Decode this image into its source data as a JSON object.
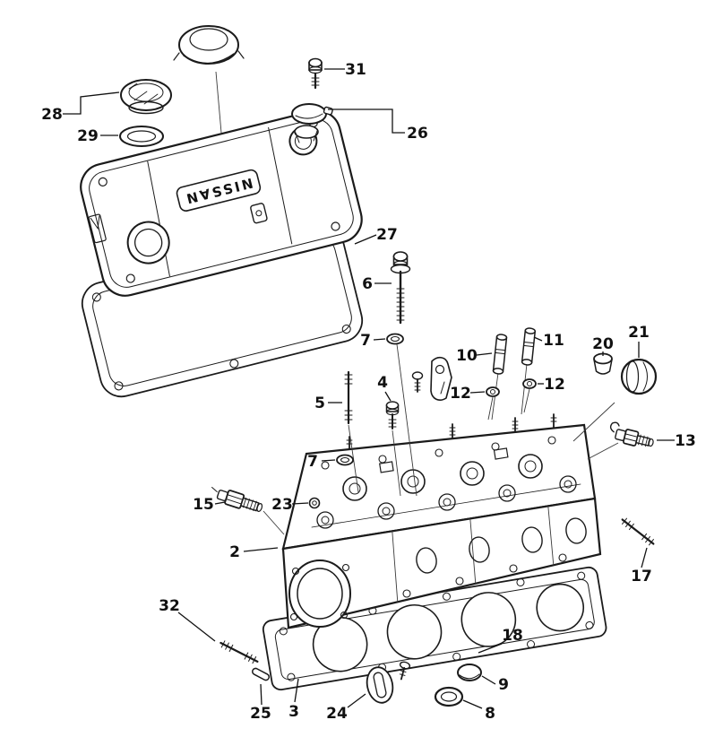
{
  "diagram": {
    "brand_text": "NISSAN",
    "callouts": [
      "31",
      "28",
      "29",
      "26",
      "27",
      "6",
      "7",
      "10",
      "11",
      "12",
      "12",
      "20",
      "21",
      "5",
      "4",
      "13",
      "7",
      "15",
      "23",
      "2",
      "17",
      "32",
      "18",
      "25",
      "3",
      "24",
      "8",
      "9"
    ]
  }
}
